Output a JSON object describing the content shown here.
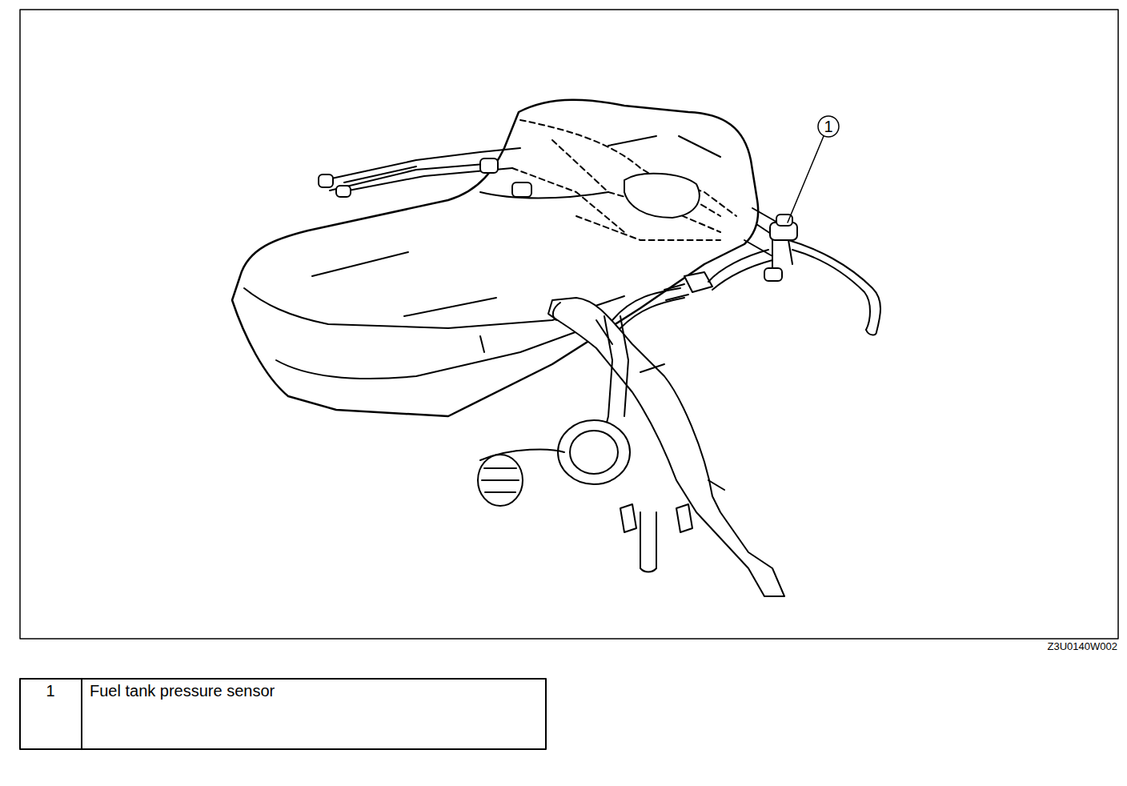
{
  "diagram": {
    "labels": [
      "1",
      "Z3U0140W002",
      "1",
      "Fuel tank pressure sensor"
    ]
  }
}
